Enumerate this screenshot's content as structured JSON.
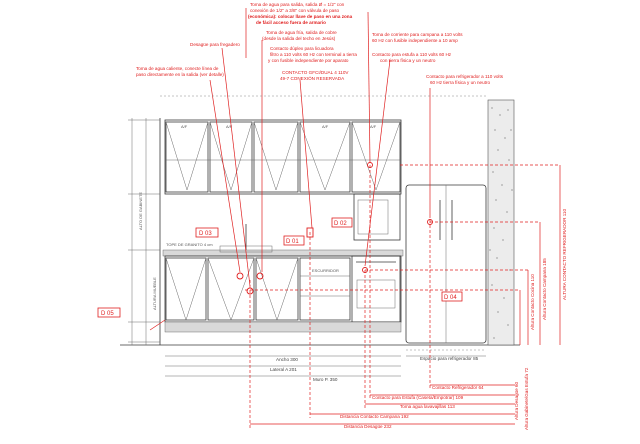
{
  "notes": {
    "desague_fregadero": "Desagüe para fregadero",
    "toma_agua_fria": "Toma de agua para salida, salida Ø = 1/2\" con",
    "toma_agua_fria_2": "conexión de 1/2\" a 3/8\" con válvula de paso ",
    "toma_agua_fria_3": "(económica): colocar llave de paso en una zona",
    "toma_agua_fria_4": "de fácil acceso fuera de armario",
    "toma_agua_fria_5": "Toma de agua fría, salida de cobre",
    "toma_agua_fria_6": "(desde la salida del techo en Jesús)",
    "contacto_duplex": "Contacto dúplex para licuadora ",
    "contacto_duplex_2": "filtro a 110 volts 60 Hz con terminal a tierra",
    "contacto_duplex_3": "y con fusible independiente por aparato",
    "contacto_gfci": "CONTACTO GFCI/DUAL 4 110V",
    "contacto_gfci_2": "49-7 CONEXIÓN RESERVADA",
    "toma_agua_caliente": "Toma de agua caliente, conecte línea de",
    "toma_agua_caliente_2": "paso directamente en la salida (ver detalle)",
    "toma_corriente_campana": "Toma de corriente para campana a 110 volts",
    "toma_corriente_campana_2": "60 Hz con fusible independiente a 10 amp",
    "contacto_estufa": "Contacto para estufa a 110 volts 60 Hz",
    "contacto_estufa_2": "con tierra física y un neutro",
    "contacto_refrigerador": "Contacto para refrigerador a 110 volts",
    "contacto_refrigerador_2": "60 Hz tierra física y un neutro"
  },
  "tags": {
    "d03": "D 03",
    "d01": "D 01",
    "d02": "D 02",
    "d04": "D 04",
    "d05": "D 05"
  },
  "cabinet_labels": {
    "upper_1": "A/F",
    "upper_2": "A/F",
    "upper_3": "A/F",
    "upper_4": "A/F",
    "counter": "ESCURRIDOR",
    "countertop_label": "TOPE DE GRANITO 4 cm"
  },
  "dimensions": {
    "ancho_300": "Ancho 300",
    "lateral_201": "Lateral A 201",
    "muro_350": "Muro P. 350",
    "espacio_refrigerador": "Espacio para refrigerador 85",
    "contacto_refrigerador_64": "Contacto Refrigerador 64",
    "contacto_estufa_100": "Contacto para Estufa (Caseta/Empotrar) 109",
    "toma_agua_lavavajillas": "Toma agua lavavajillas 113",
    "distancia_contacto_campana": "Distancia Contacto Campana 192",
    "distancia_desague": "Distancia Desagüe 232",
    "vert_altura_1": "ALTURA CONTACTO REFRIGERADOR 110",
    "vert_altura_2": "Altura Contacto Campana 185",
    "vert_altura_3": "Altura Contacto Cocina 110",
    "vert_altura_4": "Altura Desagüe 60",
    "vert_altura_5": "Altura Gabinete/Gas Estufa 72",
    "left_dim": "ALTO DE GABINETE",
    "left_dim_2": "ALTURA MUEBLE"
  }
}
